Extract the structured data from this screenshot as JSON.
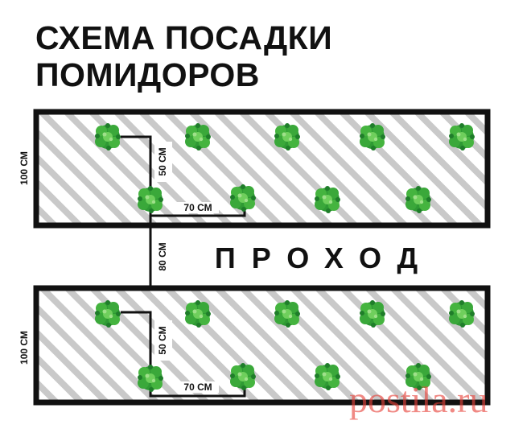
{
  "title": {
    "line1": "СХЕМА ПОСАДКИ",
    "line2": "ПОМИДОРОВ"
  },
  "aisle_label": "ПРОХОД",
  "beds": [
    {
      "width_label": "100 СМ",
      "row_spacing_label": "50 СМ",
      "plant_spacing_label": "70 СМ"
    },
    {
      "width_label": "100 СМ",
      "row_spacing_label": "50 СМ",
      "plant_spacing_label": "70 СМ"
    }
  ],
  "aisle_width_label": "80 СМ",
  "watermark": "postila.ru",
  "colors": {
    "outline": "#111111",
    "stripe": "#c9c9c9",
    "plant": "#3fae3f",
    "plant_dark": "#1f7d2a",
    "plant_light": "#7fd36a",
    "watermark": "#e8423a"
  }
}
